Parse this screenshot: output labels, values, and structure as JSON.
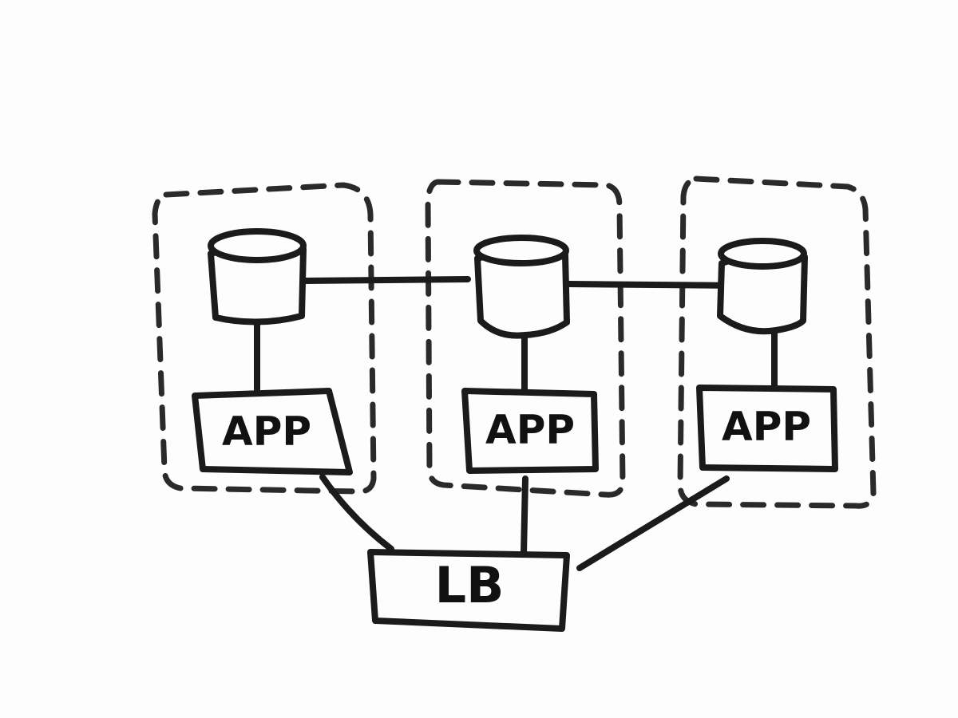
{
  "diagram": {
    "nodes": {
      "app_1": "APP",
      "app_2": "APP",
      "app_3": "APP",
      "load_balancer": "LB"
    }
  },
  "colors": {
    "ink": "#1b1b1b",
    "paper": "#fdfdfd"
  }
}
